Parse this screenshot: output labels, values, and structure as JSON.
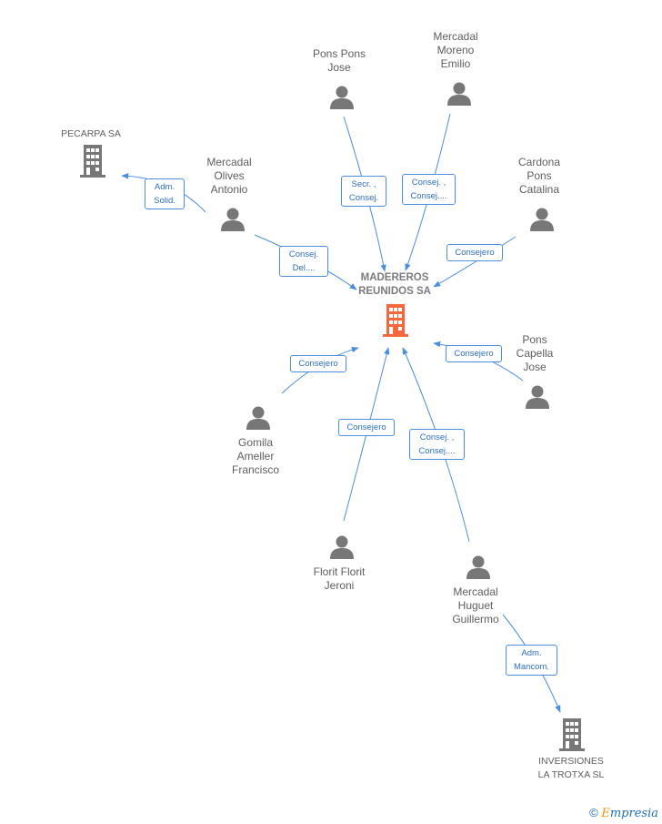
{
  "diagram": {
    "center": {
      "label": "MADEREROS\nREUNIDOS SA",
      "color": "#f4683c"
    },
    "people": [
      {
        "id": "pons_pons_jose",
        "label": "Pons Pons\nJose"
      },
      {
        "id": "mercadal_moreno_emilio",
        "label": "Mercadal\nMoreno\nEmilio"
      },
      {
        "id": "mercadal_olives_antonio",
        "label": "Mercadal\nOlives\nAntonio"
      },
      {
        "id": "cardona_pons_catalina",
        "label": "Cardona\nPons\nCatalina"
      },
      {
        "id": "pons_capella_jose",
        "label": "Pons\nCapella\nJose"
      },
      {
        "id": "gomila_ameller_francisco",
        "label": "Gomila\nAmeller\nFrancisco"
      },
      {
        "id": "florit_florit_jeroni",
        "label": "Florit Florit\nJeroni"
      },
      {
        "id": "mercadal_huguet_guillermo",
        "label": "Mercadal\nHuguet\nGuillermo"
      }
    ],
    "companies": [
      {
        "id": "pecarpa",
        "label": "PECARPA SA"
      },
      {
        "id": "inversiones_la_trotxa",
        "label": "INVERSIONES\nLA TROTXA SL"
      }
    ],
    "edges": [
      {
        "id": "e_pons_pons",
        "label": "Secr. ,\nConsej."
      },
      {
        "id": "e_mercadal_moreno",
        "label": "Consej. ,\nConsej...."
      },
      {
        "id": "e_mercadal_olives_center",
        "label": "Consej.\nDel...."
      },
      {
        "id": "e_mercadal_olives_pecarpa",
        "label": "Adm.\nSolid."
      },
      {
        "id": "e_cardona",
        "label": "Consejero"
      },
      {
        "id": "e_pons_capella",
        "label": "Consejero"
      },
      {
        "id": "e_gomila",
        "label": "Consejero"
      },
      {
        "id": "e_florit",
        "label": "Consejero"
      },
      {
        "id": "e_mercadal_huguet_center",
        "label": "Consej. ,\nConsej...."
      },
      {
        "id": "e_mercadal_huguet_trotxa",
        "label": "Adm.\nMancom."
      }
    ],
    "colors": {
      "person": "#777777",
      "company": "#777777",
      "edge": "#4a8ede"
    }
  },
  "footer": {
    "copyright": "©",
    "brand_first": "E",
    "brand_rest": "mpresia"
  }
}
